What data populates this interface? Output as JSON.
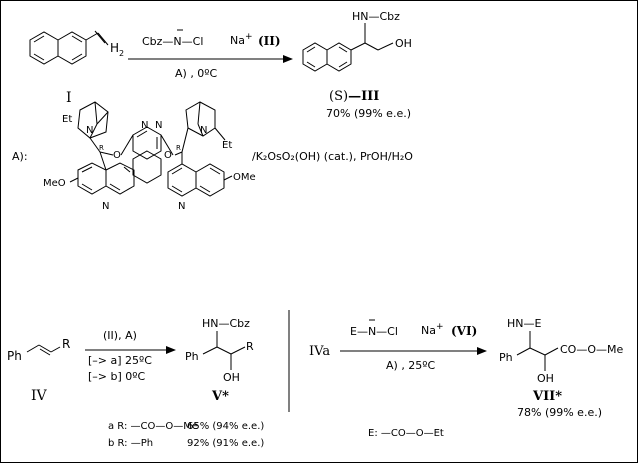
{
  "reaction1": {
    "reagent": "Cbz—N—Cl",
    "na": "Na",
    "na_sup": "+",
    "reagent_id": "(II)",
    "conditions": "A) , 0ºC",
    "sm_h2": "H",
    "sm_h2_sub": "2",
    "sm_label": "I",
    "product_nh": "HN—Cbz",
    "product_oh": "OH",
    "product_label_paren": "(S)",
    "product_label_num": "—III",
    "yield": "70% (99% e.e.)"
  },
  "ligand": {
    "label": "A):",
    "et_left": "Et",
    "n_left": "N",
    "o_left": "O",
    "n_pz1": "N",
    "n_pz2": "N",
    "o_right": "O",
    "n_right": "N",
    "et_right": "Et",
    "meo_left": "MeO",
    "n_quin_left": "N",
    "meo_right": "OMe",
    "n_quin_right": "N",
    "stereo_left": "R",
    "stereo_right": "R",
    "additives": "/K₂OsO₂(OH) (cat.), PrOH/H₂O"
  },
  "reaction2": {
    "ph": "Ph",
    "r": "R",
    "sm_label": "IV",
    "reagents": "(II), A)",
    "cond_a": "[–> a] 25ºC",
    "cond_b": "[–> b] 0ºC",
    "p_nh": "HN—Cbz",
    "p_ph": "Ph",
    "p_r": "R",
    "p_oh": "OH",
    "p_label": "V*",
    "row_a_r": "a R: —CO—O—Me",
    "row_a_yield": "65% (94% e.e.)",
    "row_b_r": "b R: —Ph",
    "row_b_yield": "92% (91% e.e.)"
  },
  "reaction3": {
    "sm_label": "IVa",
    "reagent": "E—N—Cl",
    "na": "Na",
    "na_sup": "+",
    "reagent_id": "(VI)",
    "conditions": "A) , 25ºC",
    "p_nh": "HN—E",
    "p_ph": "Ph",
    "p_ester": "CO—O—Me",
    "p_oh": "OH",
    "p_label": "VII*",
    "yield": "78% (99% e.e.)",
    "e_def": "E: —CO—O—Et"
  }
}
